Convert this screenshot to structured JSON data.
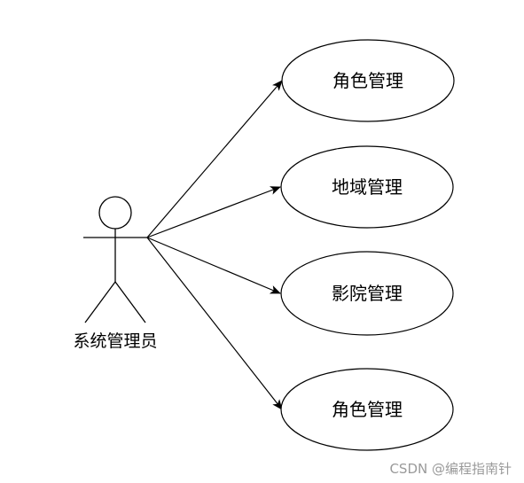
{
  "actor": {
    "label": "系统管理员"
  },
  "use_cases": [
    {
      "label": "角色管理"
    },
    {
      "label": "地域管理"
    },
    {
      "label": "影院管理"
    },
    {
      "label": "角色管理"
    }
  ],
  "watermark": "CSDN @编程指南针"
}
